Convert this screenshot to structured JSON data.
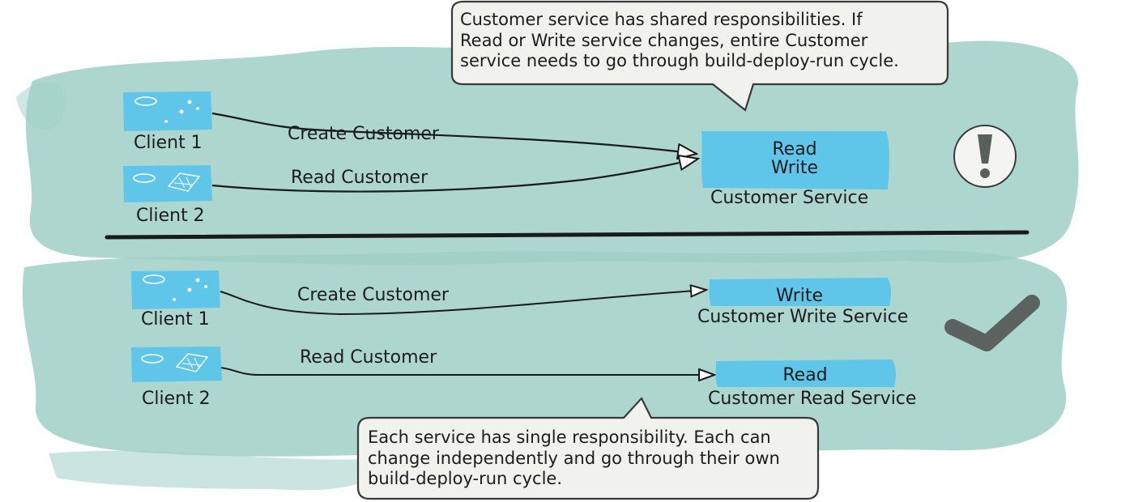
{
  "top": {
    "callout": "Customer service has shared responsibilities. If\nRead or Write service changes, entire Customer\nservice needs to go through build-deploy-run cycle.",
    "client1": "Client 1",
    "client2": "Client 2",
    "arrow1": "Create Customer",
    "arrow2": "Read Customer",
    "service_lines": [
      "Read",
      "Write"
    ],
    "service_name": "Customer Service",
    "status_icon": "exclamation-icon"
  },
  "bottom": {
    "client1": "Client 1",
    "client2": "Client 2",
    "arrow1": "Create Customer",
    "arrow2": "Read Customer",
    "write_box": "Write",
    "write_service": "Customer Write Service",
    "read_box": "Read",
    "read_service": "Customer Read Service",
    "callout": "Each service has single responsibility. Each can\nchange independently and go through their own\nbuild-deploy-run cycle.",
    "status_icon": "checkmark-icon"
  },
  "colors": {
    "background_wash": "#9fcfc6",
    "service_box": "#5fc6ea",
    "client_card": "#5fc6ea",
    "callout_fill": "#f1f1ee",
    "divider": "#1a1a1a",
    "checkmark": "#5c625f"
  }
}
